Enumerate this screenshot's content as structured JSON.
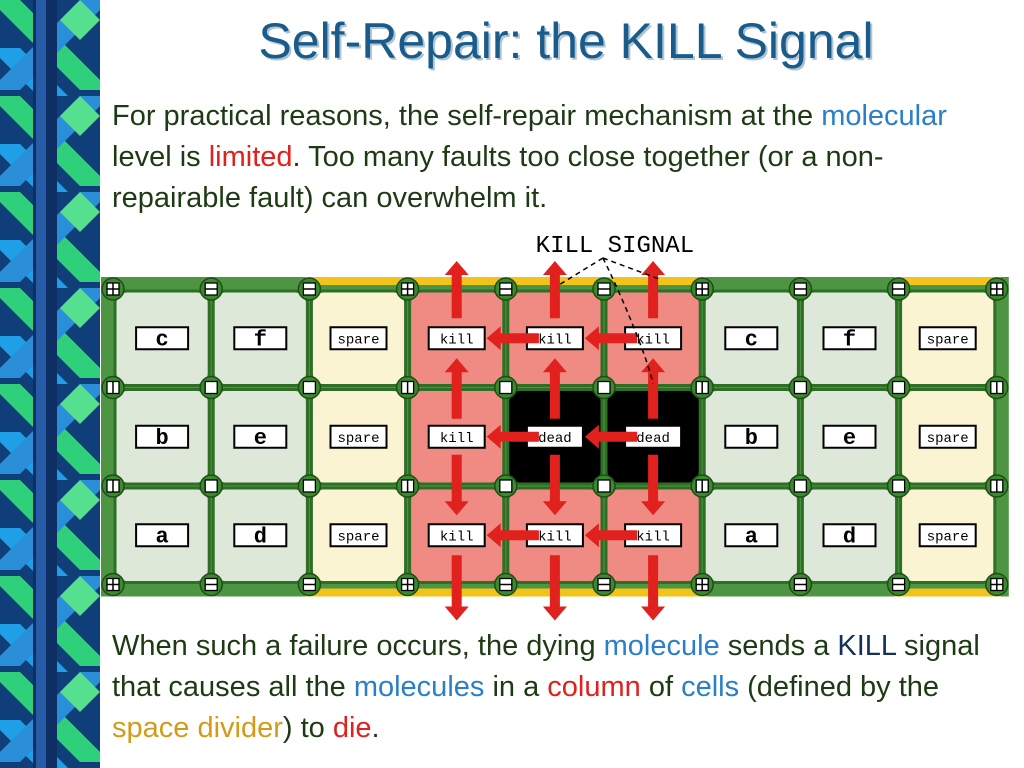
{
  "title": "Self-Repair: the KILL Signal",
  "para1": {
    "s1": "For practical reasons, the self-repair mechanism at the ",
    "molecular": "molecular",
    "s2": " level is ",
    "limited": "limited",
    "s3": ". Too many faults too close together (or a non-repairable fault) can overwhelm it."
  },
  "kill_signal_label": "KILL SIGNAL",
  "para2": {
    "s1": "When such a failure occurs, the dying ",
    "molecule": "molecule",
    "s2": " sends a ",
    "kill": "KILL",
    "s3": " signal that causes all the ",
    "molecules": "molecules",
    "s4": " in a ",
    "column": "column",
    "s5": " of ",
    "cells": "cells",
    "s6": " (defined by the ",
    "space_divider": "space divider",
    "s7": ") to ",
    "die": "die",
    "s8": "."
  },
  "grid": {
    "rows": [
      [
        "c",
        "f",
        "spare",
        "kill",
        "kill",
        "kill",
        "c",
        "f",
        "spare"
      ],
      [
        "b",
        "e",
        "spare",
        "kill",
        "dead",
        "dead",
        "b",
        "e",
        "spare"
      ],
      [
        "a",
        "d",
        "spare",
        "kill",
        "kill",
        "kill",
        "a",
        "d",
        "spare"
      ]
    ]
  },
  "colors": {
    "normal_fill": "#dde8d8",
    "spare_fill": "#fbf4d2",
    "kill_fill": "#ef8b82",
    "dead_fill": "#000000",
    "border_green": "#3a8a2e",
    "border_yellow": "#f2c318",
    "arrow_red": "#e0211d",
    "title_blue": "#1a5b8a",
    "accent_blue": "#2a7fc9",
    "text_dark_green": "#1e3a14",
    "accent_red": "#e0211d",
    "accent_gold": "#d49b1a"
  }
}
